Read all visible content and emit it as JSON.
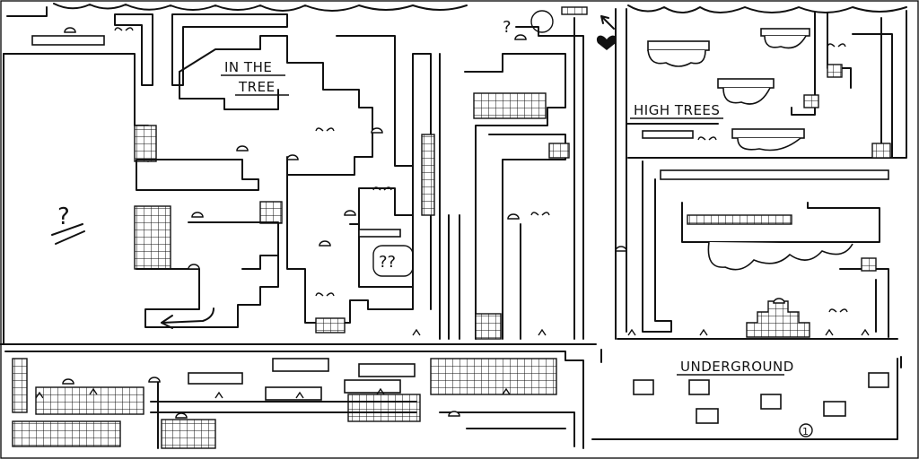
{
  "map": {
    "labels": {
      "in_the_tree_line1": "IN THE",
      "in_the_tree_line2": "TREE",
      "high_trees": "HIGH TREES",
      "underground": "UNDERGROUND"
    },
    "marks": {
      "unknown_area": "?",
      "secret_room": "??",
      "top_hint": "?",
      "coin": "1"
    },
    "colors": {
      "ink": "#111111",
      "paper": "#ffffff"
    },
    "icons": [
      "heart-icon",
      "arrow-icon",
      "mushroom-icon",
      "sprout-icon"
    ]
  }
}
